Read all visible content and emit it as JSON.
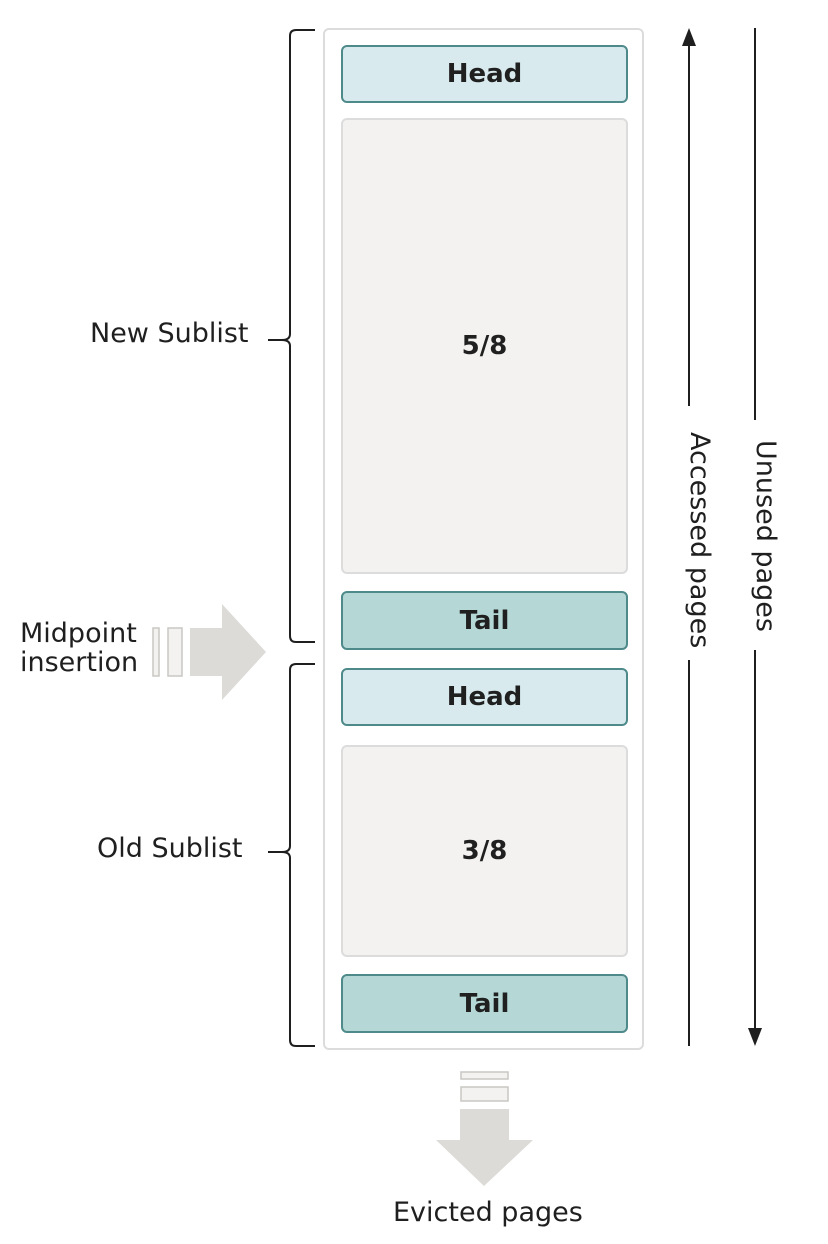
{
  "new_sublist": {
    "label": "New Sublist",
    "head": "Head",
    "fraction": "5/8",
    "tail": "Tail"
  },
  "old_sublist": {
    "label": "Old Sublist",
    "head": "Head",
    "fraction": "3/8",
    "tail": "Tail"
  },
  "midpoint": {
    "line1": "Midpoint",
    "line2": "insertion"
  },
  "accessed_pages": "Accessed pages",
  "unused_pages": "Unused pages",
  "evicted_pages": "Evicted pages",
  "colors": {
    "head_fill": "#d8eaee",
    "tail_fill": "#b5d8d6",
    "block_border": "#4f8a8b",
    "middle_fill": "#f3f2f0",
    "arrow_gray": "#dddbd7"
  }
}
